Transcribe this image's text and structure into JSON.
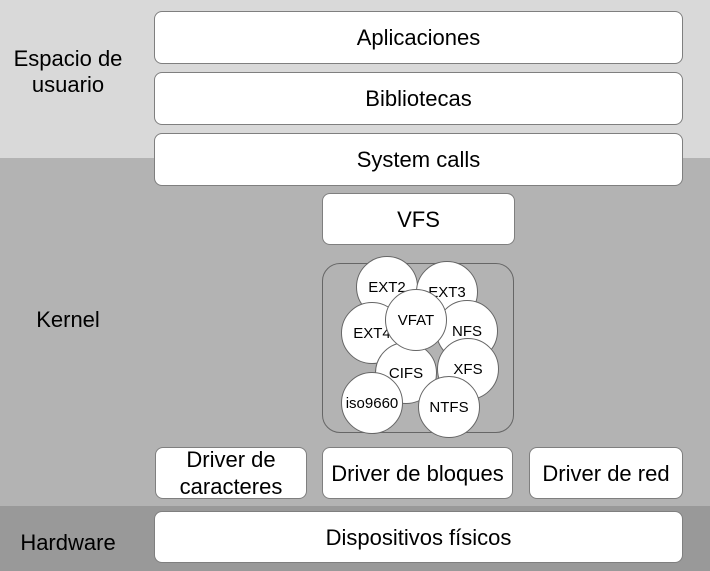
{
  "layers": {
    "user_space": {
      "label": "Espacio de usuario"
    },
    "kernel": {
      "label": "Kernel"
    },
    "hardware": {
      "label": "Hardware"
    }
  },
  "boxes": {
    "applications": "Aplicaciones",
    "libraries": "Bibliotecas",
    "system_calls": "System calls",
    "vfs": "VFS",
    "char_driver": "Driver de caracteres",
    "block_driver": "Driver de bloques",
    "net_driver": "Driver de red",
    "devices": "Dispositivos físicos"
  },
  "filesystems": {
    "ext2": "EXT2",
    "ext3": "EXT3",
    "nfs": "NFS",
    "ext4": "EXT4",
    "cifs": "CIFS",
    "xfs": "XFS",
    "iso9660": "iso9660",
    "ntfs": "NTFS",
    "vfat": "VFAT"
  }
}
